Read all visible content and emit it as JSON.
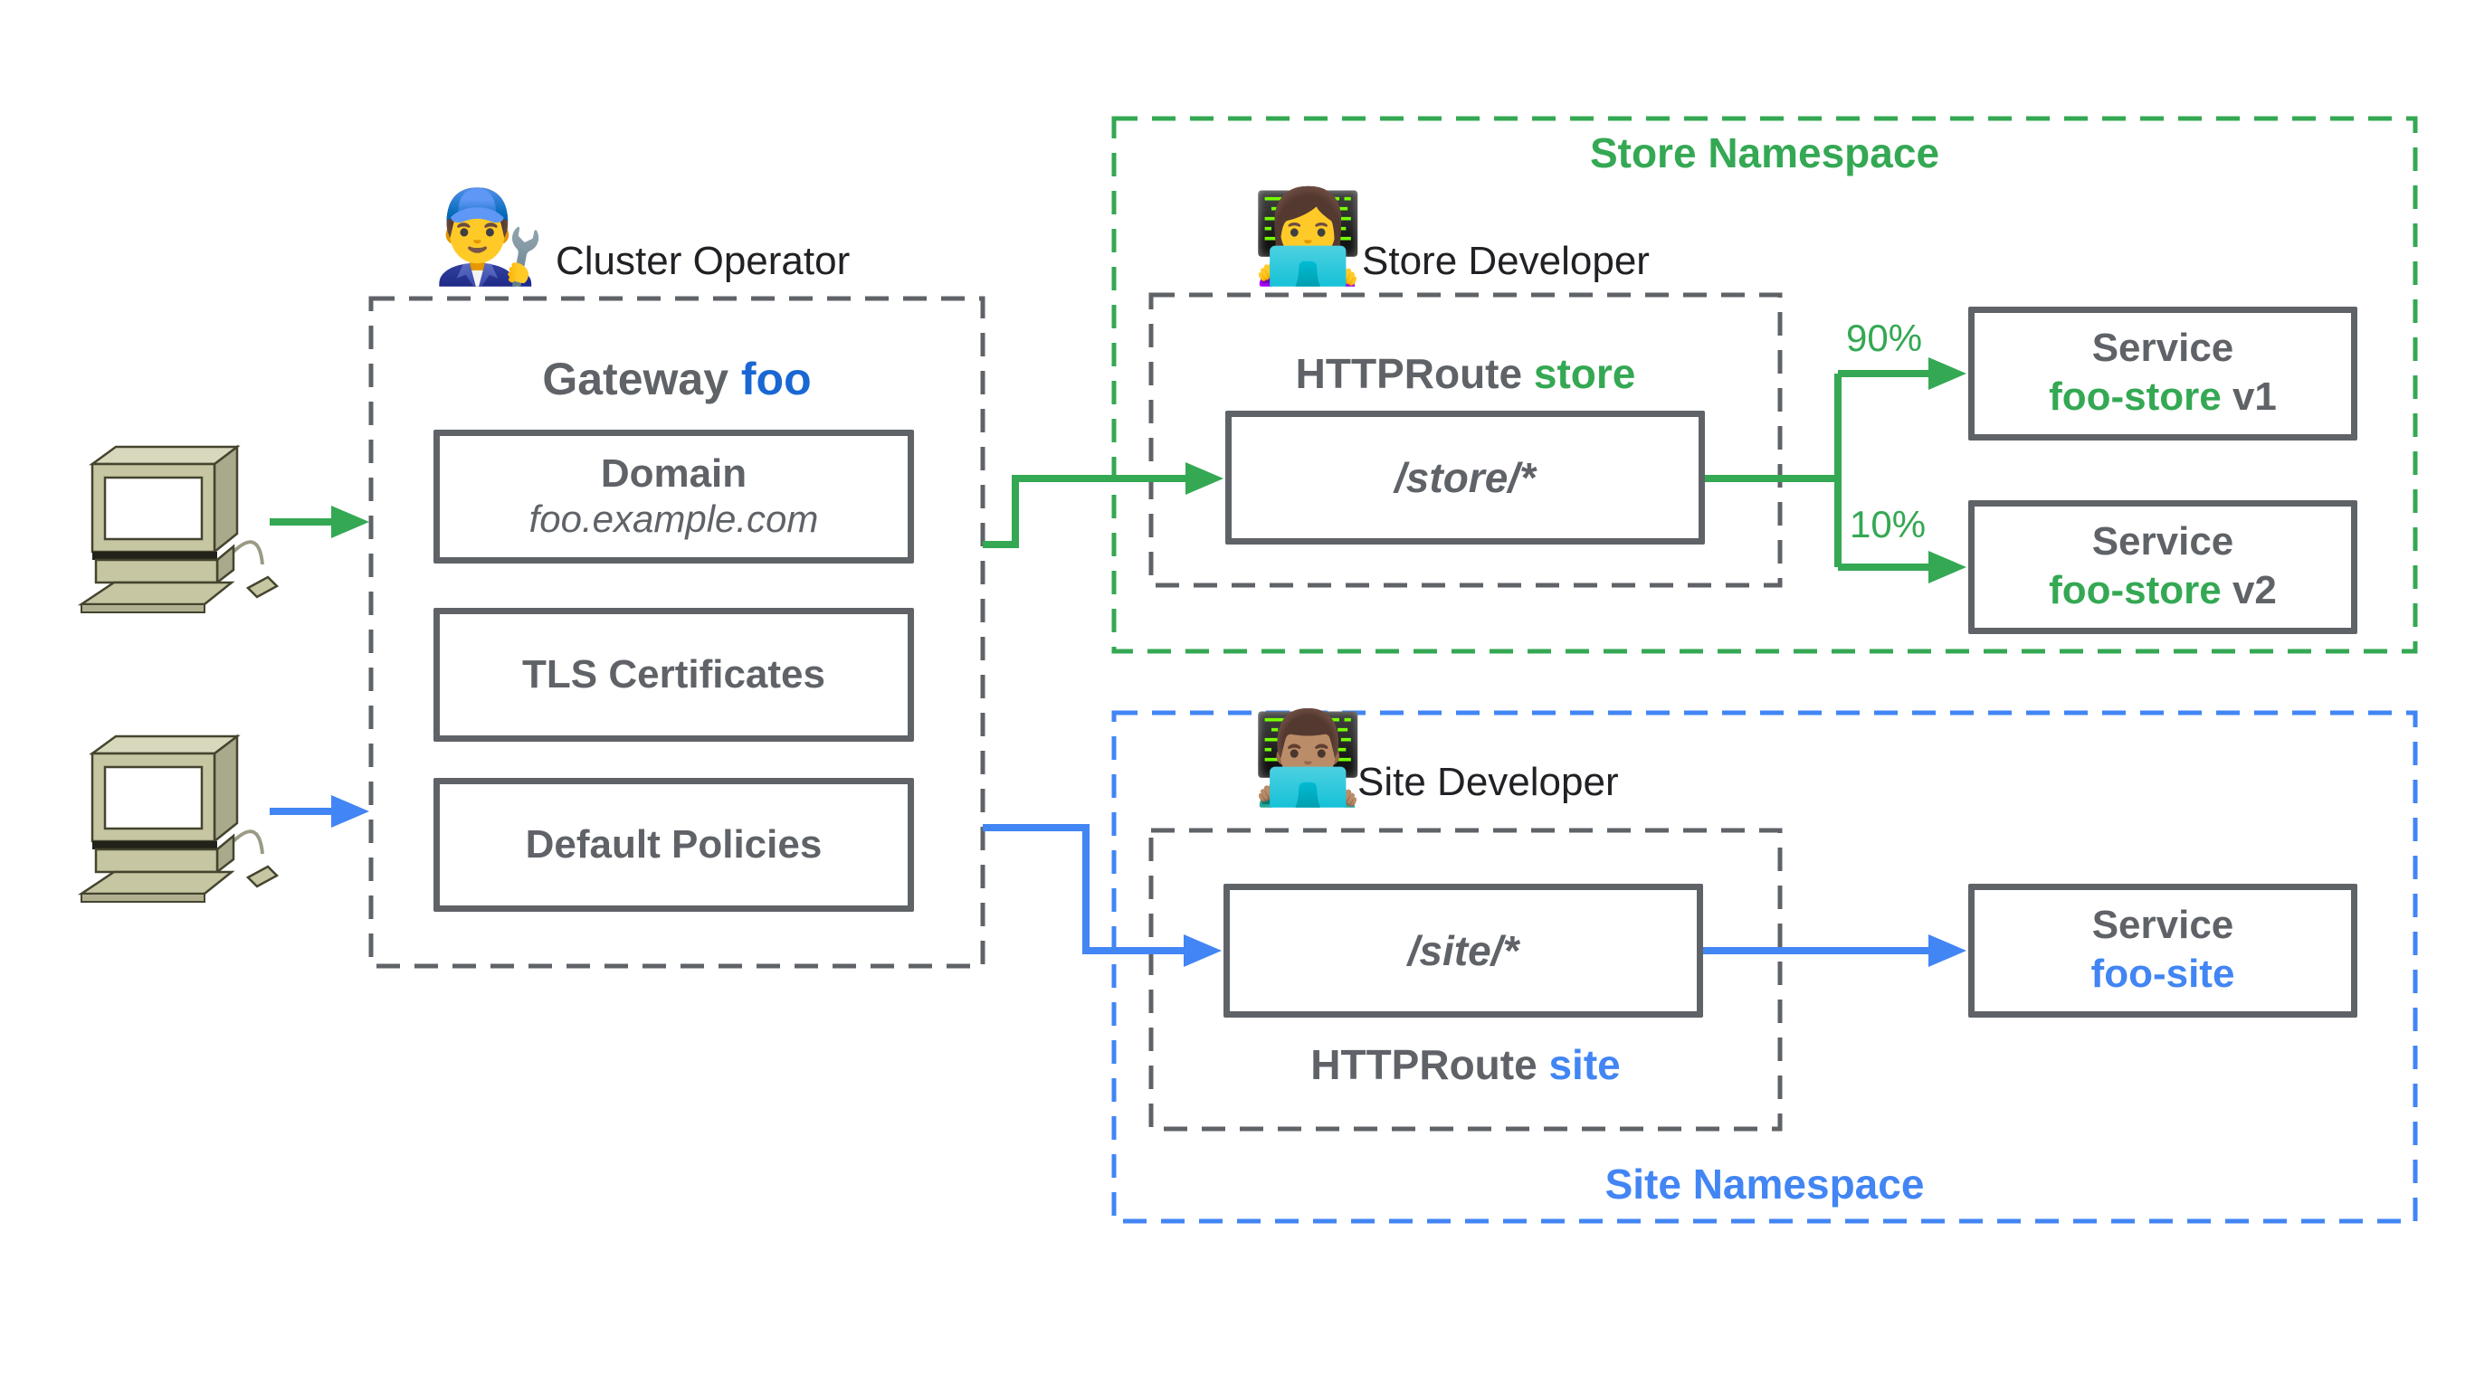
{
  "diagram": {
    "clients": [
      {
        "icon": "desktop-computer-icon",
        "arrow_color": "#34A853"
      },
      {
        "icon": "desktop-computer-icon",
        "arrow_color": "#4285F4"
      }
    ],
    "cluster_operator": {
      "emoji": "👨‍🔧",
      "label": "Cluster Operator"
    },
    "gateway": {
      "title": {
        "prefix": "Gateway ",
        "name": "foo"
      },
      "domain_box": {
        "title": "Domain",
        "value": "foo.example.com"
      },
      "tls_box": {
        "title": "TLS Certificates"
      },
      "policies_box": {
        "title": "Default Policies"
      }
    },
    "store_namespace": {
      "label": "Store Namespace",
      "developer": {
        "emoji": "👩‍💻",
        "label": "Store Developer"
      },
      "httproute": {
        "prefix": "HTTPRoute ",
        "name": "store"
      },
      "route_path": "/store/*",
      "split": [
        {
          "weight": "90%",
          "service": {
            "title": "Service",
            "name": "foo-store",
            "suffix": " v1"
          }
        },
        {
          "weight": "10%",
          "service": {
            "title": "Service",
            "name": "foo-store",
            "suffix": " v2"
          }
        }
      ]
    },
    "site_namespace": {
      "label": "Site Namespace",
      "developer": {
        "emoji": "👨🏽‍💻",
        "label": "Site Developer"
      },
      "httproute": {
        "prefix": "HTTPRoute ",
        "name": "site"
      },
      "route_path": "/site/*",
      "service": {
        "title": "Service",
        "name": "foo-site"
      }
    },
    "colors": {
      "green": "#34A853",
      "blue": "#4285F4",
      "foo_blue": "#1967D2",
      "gray": "#5F6368",
      "text_dark": "#202124"
    }
  }
}
